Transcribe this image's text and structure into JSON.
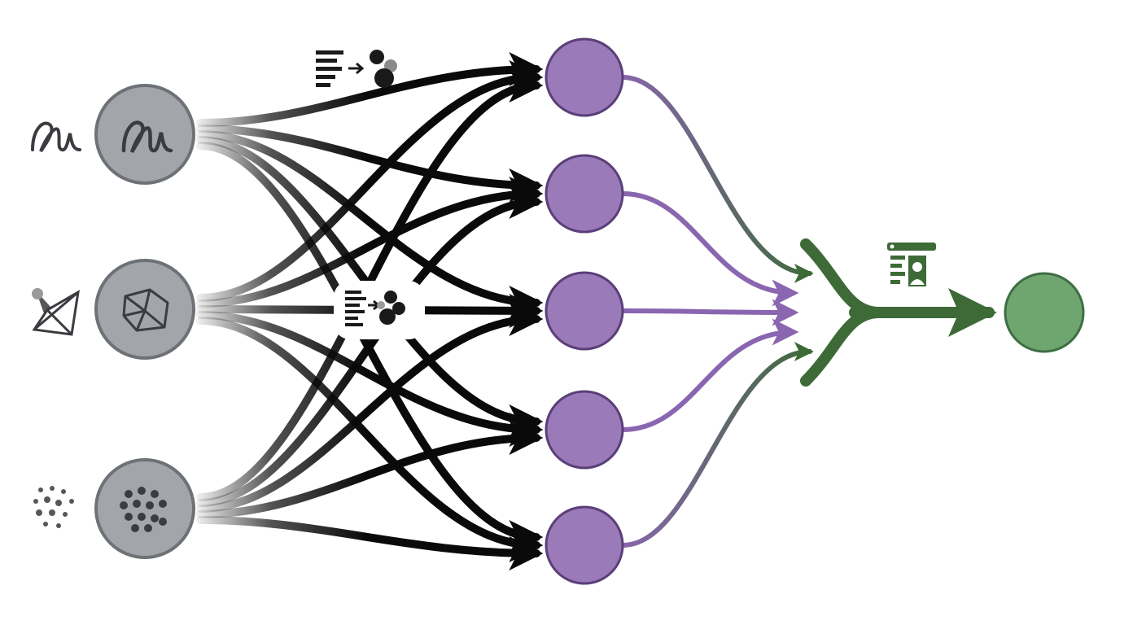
{
  "diagram": {
    "colors": {
      "background": "#ffffff",
      "input_fill": "#a2a6ab",
      "input_stroke": "#6e7277",
      "input_glyph": "#3a3c40",
      "hidden_fill": "#9a7ab8",
      "hidden_stroke": "#5a3f78",
      "output_fill": "#6fa56f",
      "output_stroke": "#3e6e44",
      "arrow_black": "#0a0a0a",
      "arrow_purple": "#8a66b0",
      "arrow_green": "#3e6a38"
    },
    "input_nodes": [
      {
        "id": "in1",
        "icon": "handwriting-icon"
      },
      {
        "id": "in2",
        "icon": "3d-shape-icon"
      },
      {
        "id": "in3",
        "icon": "dot-pattern-icon"
      }
    ],
    "hidden_nodes": [
      {
        "id": "h1"
      },
      {
        "id": "h2"
      },
      {
        "id": "h3"
      },
      {
        "id": "h4"
      },
      {
        "id": "h5"
      }
    ],
    "output_node": {
      "id": "out"
    },
    "connections": {
      "input_to_hidden": "all-to-all",
      "hidden_to_output": "converging"
    },
    "icons": [
      "text-to-shapes-icon",
      "text-to-shapes-center-icon",
      "document-image-icon"
    ]
  }
}
